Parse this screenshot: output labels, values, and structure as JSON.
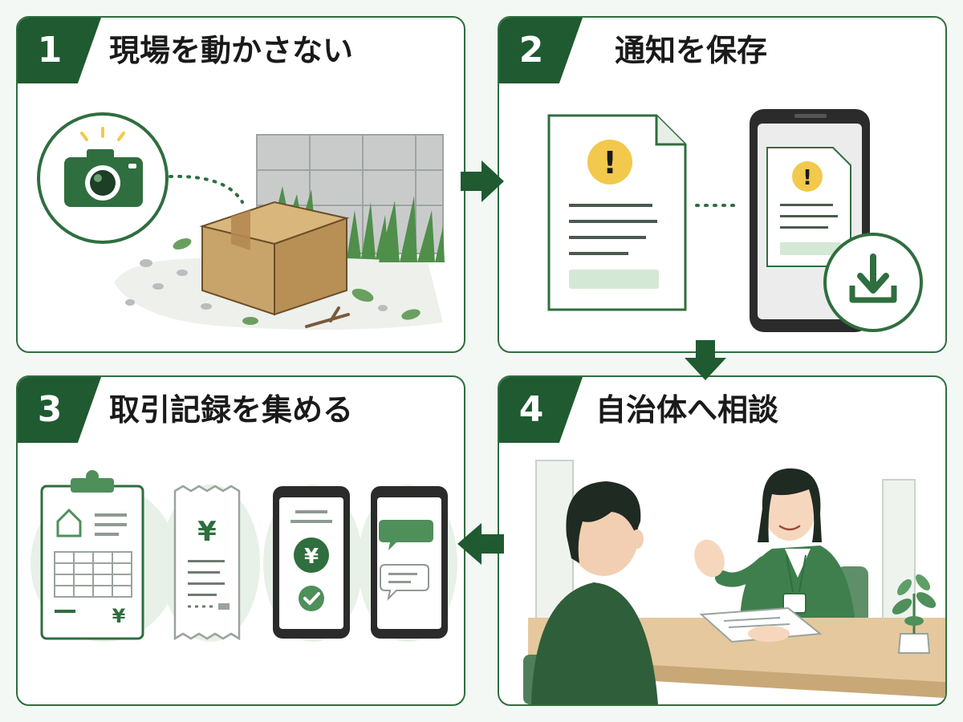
{
  "colors": {
    "accent": "#1f5a31",
    "green": "#2f6e3e",
    "light_green": "#d4e8d6",
    "warning": "#f2c94c",
    "box": "#c9a46a"
  },
  "steps": [
    {
      "number": "1",
      "title": "現場を動かさない",
      "icon": "camera-icon"
    },
    {
      "number": "2",
      "title": "通知を保存",
      "icon": "download-icon"
    },
    {
      "number": "3",
      "title": "取引記録を集める",
      "icon": "receipt-icon"
    },
    {
      "number": "4",
      "title": "自治体へ相談",
      "icon": "consultation-icon"
    }
  ],
  "receipt": {
    "yen": "¥"
  },
  "ledger": {
    "yen": "¥"
  },
  "phone_payment": {
    "yen": "¥"
  },
  "notice": {
    "mark": "!"
  }
}
